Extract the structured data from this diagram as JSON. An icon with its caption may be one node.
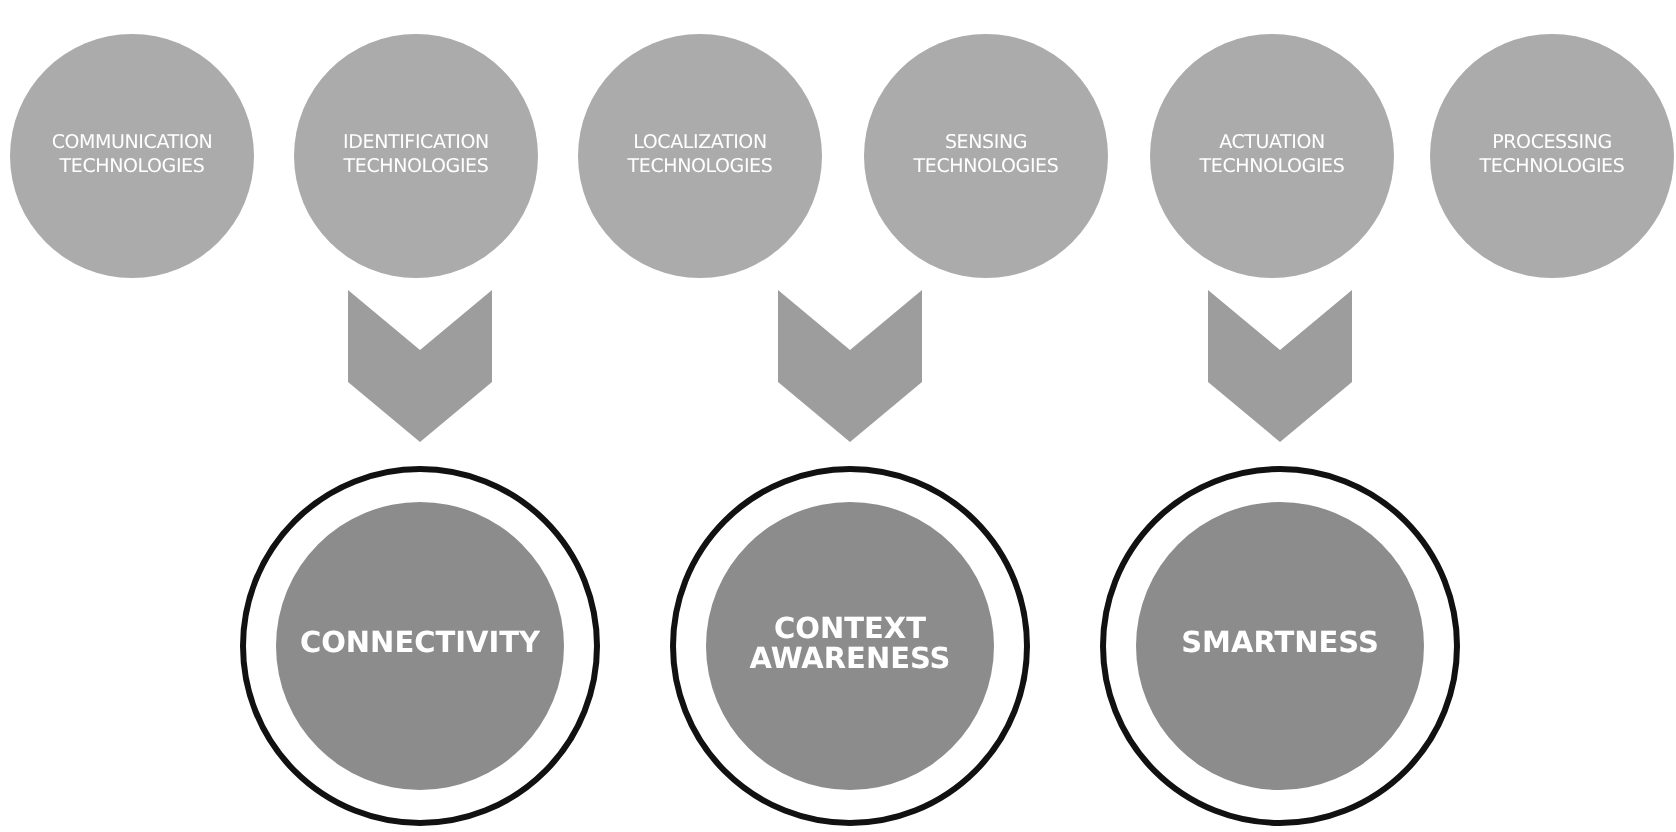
{
  "diagram": {
    "nodes": [
      {
        "text": [
          "COMMUNICATION TECHNOLOGIES"
        ]
      },
      {
        "text": [
          "IDENTIFICATION TECHNOLOGIES"
        ]
      },
      {
        "text": [
          "LOCALIZATION TECHNOLOGIES"
        ]
      },
      {
        "text": [
          "SENSING TECHNOLOGIES"
        ]
      },
      {
        "text": [
          "ACTUATION TECHNOLOGIES"
        ]
      },
      {
        "text": [
          "PROCESSING TECHNOLOGIES"
        ]
      },
      {
        "text": [
          "CONNECTIVITY"
        ]
      },
      {
        "text": [
          "CONTEXT AWARENESS"
        ]
      },
      {
        "text": [
          "SMARTNESS"
        ]
      }
    ],
    "edges": [
      {
        "from": 0,
        "to": 6,
        "arrow": "to"
      },
      {
        "from": 1,
        "to": 6,
        "arrow": "to"
      },
      {
        "from": 2,
        "to": 7,
        "arrow": "to"
      },
      {
        "from": 3,
        "to": 7,
        "arrow": "to"
      },
      {
        "from": 4,
        "to": 8,
        "arrow": "to"
      },
      {
        "from": 5,
        "to": 8,
        "arrow": "to"
      }
    ]
  }
}
